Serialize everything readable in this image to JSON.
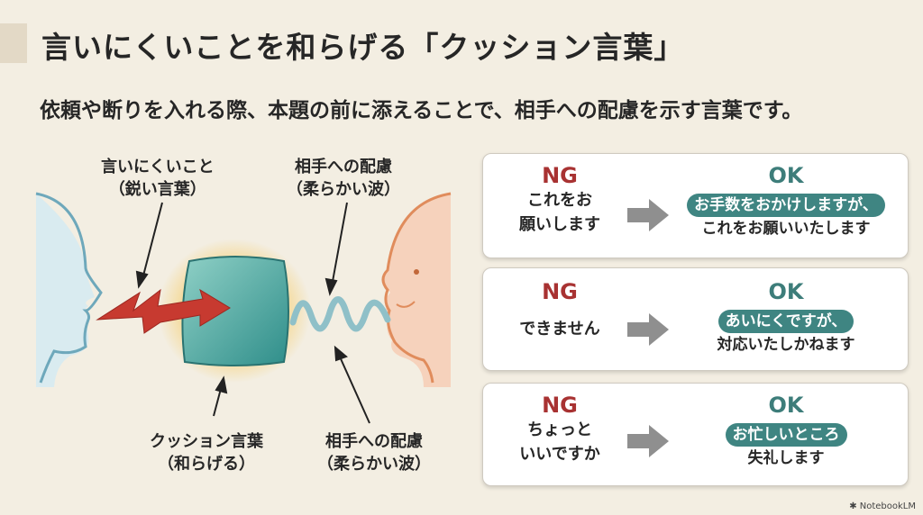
{
  "title": "言いにくいことを和らげる「クッション言葉」",
  "subtitle": "依頼や断りを入れる際、本題の前に添えることで、相手への配慮を示す言葉です。",
  "diagram": {
    "label_sharp": [
      "言いにくいこと",
      "（鋭い言葉）"
    ],
    "label_care_top": [
      "相手への配慮",
      "（柔らかい波）"
    ],
    "label_cushion": [
      "クッション言葉",
      "（和らげる）"
    ],
    "label_care_bottom": [
      "相手への配慮",
      "（柔らかい波）"
    ]
  },
  "examples": [
    {
      "ng_label": "NG",
      "ng_lines": [
        "これをお",
        "願いします"
      ],
      "ok_label": "OK",
      "ok_cushion": "お手数をおかけしますが、",
      "ok_rest": "これをお願いいたします"
    },
    {
      "ng_label": "NG",
      "ng_lines": [
        "できません"
      ],
      "ok_label": "OK",
      "ok_cushion": "あいにくですが、",
      "ok_rest": "対応いたしかねます"
    },
    {
      "ng_label": "NG",
      "ng_lines": [
        "ちょっと",
        "いいですか"
      ],
      "ok_label": "OK",
      "ok_cushion": "お忙しいところ",
      "ok_rest": "失礼します"
    }
  ],
  "watermark": "NotebookLM",
  "colors": {
    "ng": "#a83232",
    "ok": "#3d7d7a",
    "pill": "#3f8582"
  }
}
